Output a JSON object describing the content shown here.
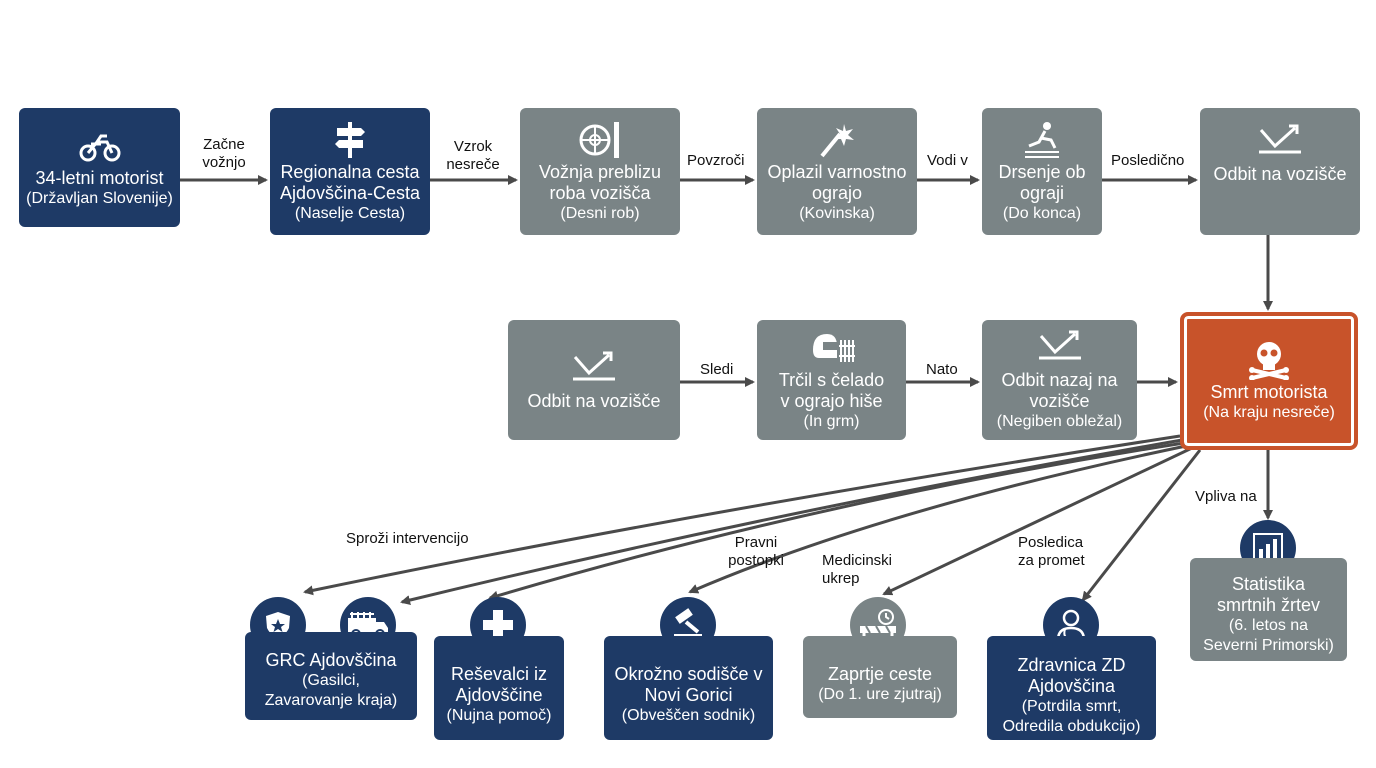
{
  "nodes": {
    "motorist": {
      "line1": "34-letni motorist",
      "sub": "(Državljan Slovenije)"
    },
    "road": {
      "line1": "Regionalna cesta",
      "line2": "Ajdovščina-Cesta",
      "sub": "(Naselje Cesta)"
    },
    "edge_drive": {
      "line1": "Vožnja preblizu",
      "line2": "roba vozišča",
      "sub": "(Desni rob)"
    },
    "barrier_hit": {
      "line1": "Oplazil varnostno",
      "line2": "ograjo",
      "sub": "(Kovinska)"
    },
    "slide": {
      "line1": "Drsenje ob",
      "line2": "ograji",
      "sub": "(Do konca)"
    },
    "bounce1": {
      "line1": "Odbit na vozišče"
    },
    "bounce_back": {
      "line1": "Odbit nazaj na",
      "line2": "vozišče",
      "sub": "(Negiben obležal)"
    },
    "helmet_hit": {
      "line1": "Trčil s čelado",
      "line2": "v ograjo hiše",
      "sub": "(In grm)"
    },
    "bounce2": {
      "line1": "Odbit na vozišče"
    },
    "death": {
      "line1": "Smrt motorista",
      "sub": "(Na kraju nesreče)"
    },
    "stats": {
      "line1": "Statistika",
      "line2": "smrtnih žrtev",
      "sub1": "(6. letos na",
      "sub2": "Severni Primorski)"
    },
    "grc": {
      "line1": "GRC Ajdovščina",
      "sub1": "(Gasilci,",
      "sub2": "Zavarovanje kraja)"
    },
    "ems": {
      "line1": "Reševalci iz",
      "line2": "Ajdovščine",
      "sub": "(Nujna pomoč)"
    },
    "court": {
      "line1": "Okrožno sodišče v",
      "line2": "Novi Gorici",
      "sub": "(Obveščen sodnik)"
    },
    "closure": {
      "line1": "Zaprtje ceste",
      "sub": "(Do 1. ure zjutraj)"
    },
    "doctor": {
      "line1": "Zdravnica ZD",
      "line2": "Ajdovščina",
      "sub1": "(Potrdila smrt,",
      "sub2": "Odredila obdukcijo)"
    }
  },
  "edges": {
    "e1": {
      "l1": "Začne",
      "l2": "vožnjo"
    },
    "e2": {
      "l1": "Vzrok",
      "l2": "nesreče"
    },
    "e3": "Povzroči",
    "e4": "Vodi v",
    "e5": "Posledično",
    "e6": "Nato",
    "e7": "Sledi",
    "e8": "Vpliva na",
    "e9": "Sproži intervencijo",
    "e10": {
      "l1": "Pravni",
      "l2": "postopki"
    },
    "e11": {
      "l1": "Medicinski",
      "l2": "ukrep"
    },
    "e12": {
      "l1": "Posledica",
      "l2": "za promet"
    }
  },
  "colors": {
    "navy": "#1e3a66",
    "gray": "#7a8486",
    "red": "#c8532a",
    "arrow": "#4a4a4a"
  }
}
